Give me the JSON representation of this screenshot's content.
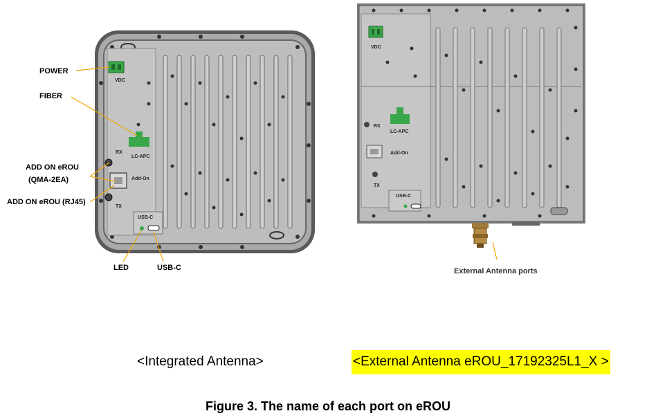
{
  "left_device": {
    "callouts": {
      "power": "POWER",
      "fiber": "FIBER",
      "add_on_qma_line1": "ADD ON eROU",
      "add_on_qma_line2": "(QMA-2EA)",
      "add_on_rj45": "ADD ON eROU (RJ45)",
      "led": "LED",
      "usbc": "USB-C"
    },
    "panel_labels": {
      "vdc": "VDC",
      "lc_apc": "LC-APC",
      "rx": "RX",
      "add_on": "Add-On",
      "tx": "TX",
      "usb_c": "USB-C"
    }
  },
  "right_device": {
    "panel_labels": {
      "vdc": "VDC",
      "lc_apc": "LC-APC",
      "rx": "RX",
      "add_on": "Add-On",
      "tx": "TX",
      "usb_c": "USB-C"
    },
    "callout_external": "External Antenna ports"
  },
  "captions": {
    "integrated": "<Integrated Antenna>",
    "external": "<External Antenna eROU_17192325L1_X >"
  },
  "figure_caption": "Figure 3. The name of each port on eROU",
  "colors": {
    "highlight": "#ffff00",
    "callout_line": "#f0a500",
    "connector_green": "#3aa64a",
    "panel_gray": "#b8b8b8"
  }
}
